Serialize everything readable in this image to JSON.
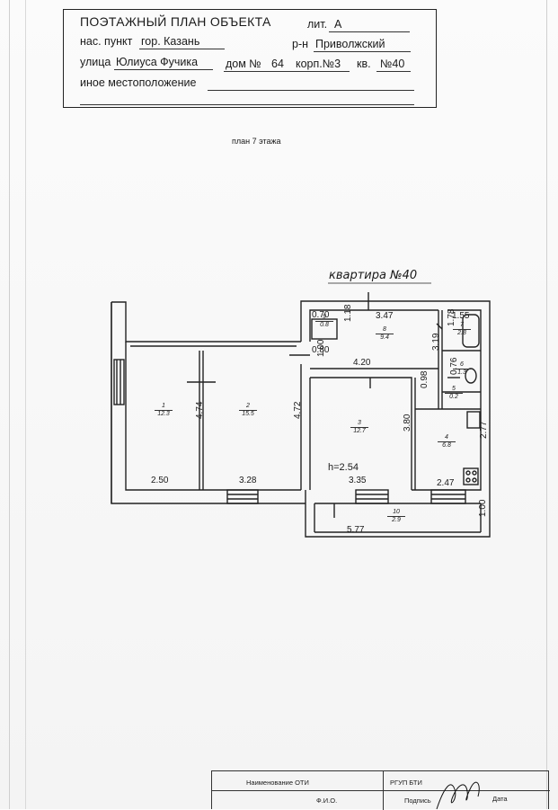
{
  "header": {
    "title": "ПОЭТАЖНЫЙ ПЛАН ОБЪЕКТА",
    "lit_label": "лит.",
    "lit_value": "А",
    "settlement_label": "нас. пункт",
    "settlement_value": "гор. Казань",
    "district_label": "р-н",
    "district_value": "Приволжский",
    "street_label": "улица",
    "street_value": "Юлиуса Фучика",
    "house_label": "дом №",
    "house_value": "64",
    "building_value": "корп.№3",
    "apt_label": "кв.",
    "apt_value": "№40",
    "other_location_label": "иное местоположение"
  },
  "plan": {
    "caption": "план 7 этажа",
    "apartment_label": "квартира №40",
    "ceiling_height": "h=2.54",
    "rooms": [
      {
        "num": "1",
        "area": "12.3"
      },
      {
        "num": "2",
        "area": "15.5"
      },
      {
        "num": "3",
        "area": "12.7"
      },
      {
        "num": "4",
        "area": "6.8"
      },
      {
        "num": "5",
        "area": "0.2"
      },
      {
        "num": "6",
        "area": "1.3"
      },
      {
        "num": "7",
        "area": "2.8"
      },
      {
        "num": "8",
        "area": "9.4"
      },
      {
        "num": "9",
        "area": "0.8"
      },
      {
        "num": "10",
        "area": "2.9"
      }
    ],
    "dimensions": {
      "d_070": "0.70",
      "d_347": "3.47",
      "d_155": "1.55",
      "d_118": "1.18",
      "d_178": "1.78",
      "d_080": "0.80",
      "d_100a": "1.00",
      "d_420": "4.20",
      "d_319": "3.19",
      "d_098": "0.98",
      "d_076": "0.76",
      "d_474": "4.74",
      "d_472": "4.72",
      "d_380": "3.80",
      "d_277": "2.77",
      "d_250": "2.50",
      "d_328": "3.28",
      "d_335": "3.35",
      "d_247": "2.47",
      "d_577": "5.77",
      "d_100b": "1.00"
    }
  },
  "footer": {
    "oti_label": "Наименование ОТИ",
    "oti_value": "РГУП БТИ",
    "fio_label": "Ф.И.О.",
    "sign_label": "Подпись",
    "date_label": "Дата"
  }
}
